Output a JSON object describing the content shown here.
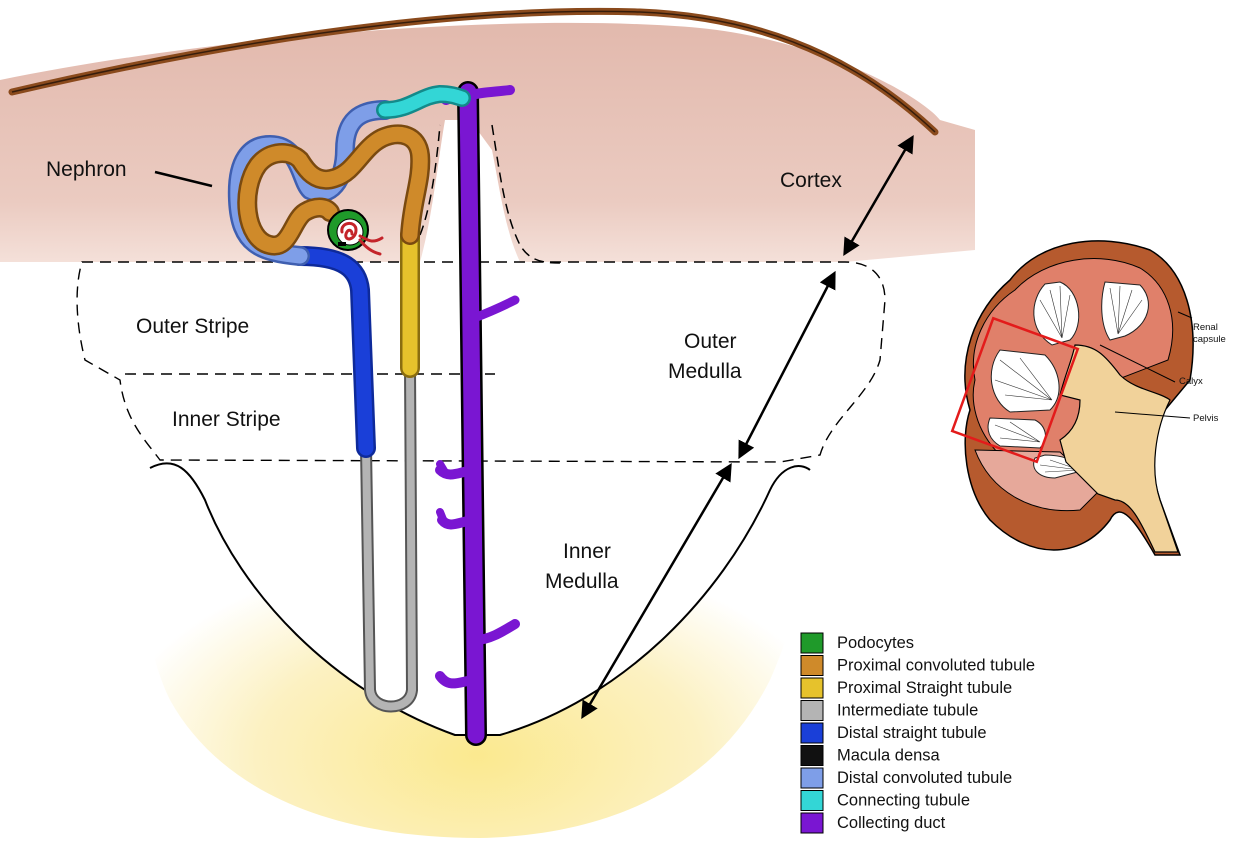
{
  "labels": {
    "nephron": "Nephron",
    "cortex": "Cortex",
    "outer_stripe": "Outer Stripe",
    "inner_stripe": "Inner Stripe",
    "outer_medulla_line1": "Outer",
    "outer_medulla_line2": "Medulla",
    "inner_medulla_line1": "Inner",
    "inner_medulla_line2": "Medulla"
  },
  "kidney_inset": {
    "renal_capsule_line1": "Renal",
    "renal_capsule_line2": "capsule",
    "calyx": "Calyx",
    "pelvis": "Pelvis"
  },
  "legend": [
    {
      "label": "Podocytes",
      "color": "#1f9a2a"
    },
    {
      "label": "Proximal convoluted tubule",
      "color": "#cf8a2a"
    },
    {
      "label": "Proximal Straight tubule",
      "color": "#e6c22c"
    },
    {
      "label": "Intermediate tubule",
      "color": "#b4b4b4"
    },
    {
      "label": "Distal straight tubule",
      "color": "#1a3fd8"
    },
    {
      "label": "Macula densa",
      "color": "#111111"
    },
    {
      "label": "Distal convoluted tubule",
      "color": "#7e9ee8"
    },
    {
      "label": "Connecting tubule",
      "color": "#33d6d6"
    },
    {
      "label": "Collecting duct",
      "color": "#7a16d2"
    }
  ],
  "colors": {
    "cortex": "#e8c4b8",
    "capsule": "#8a4a1c",
    "papilla": "#fbf1b8",
    "kidney_outer": "#b65a2e",
    "kidney_cortex": "#e0806a",
    "pelvis": "#f1d29a"
  }
}
